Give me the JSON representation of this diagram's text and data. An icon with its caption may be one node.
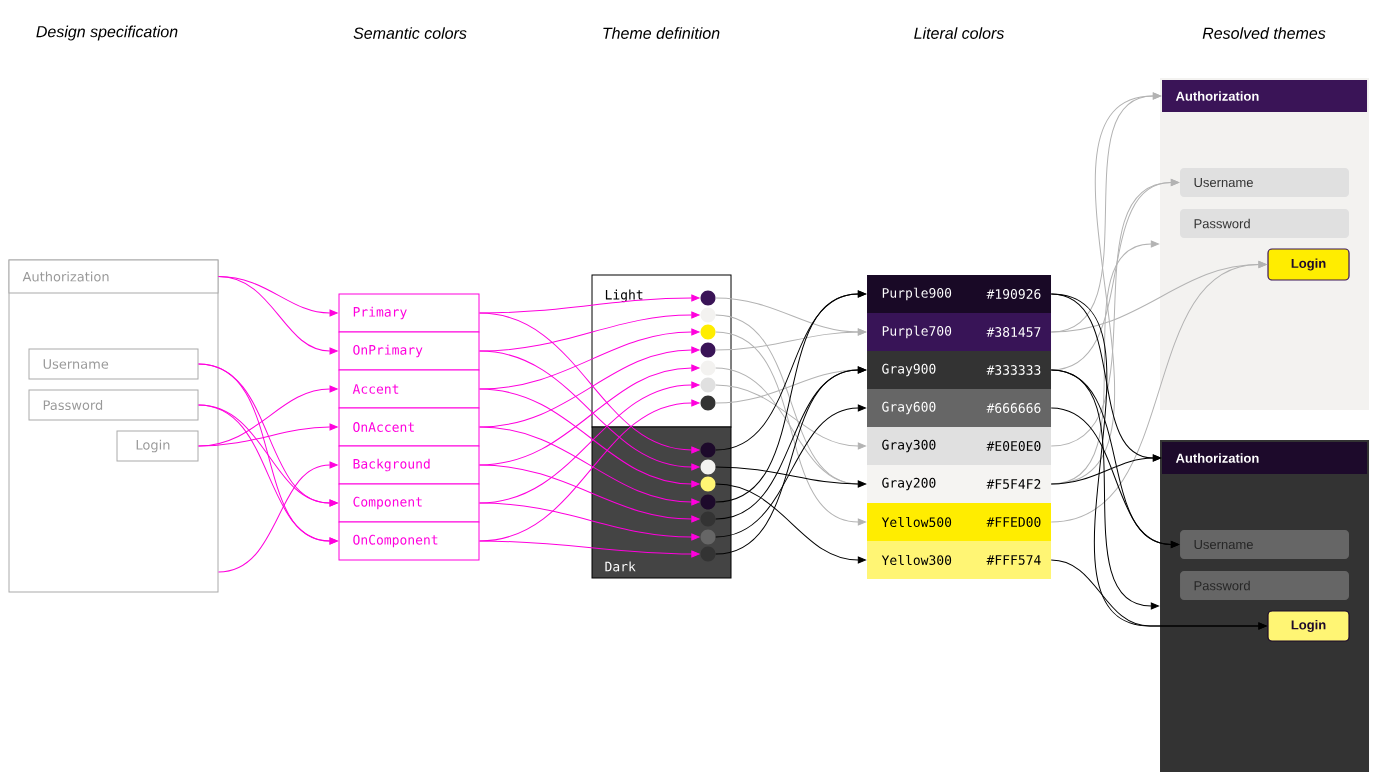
{
  "diagram": {
    "nodes": [
      {
        "text": [],
        "shape": "box"
      },
      {
        "text": [
          "Authorization"
        ],
        "in": 0
      },
      {
        "text": [
          "Username"
        ],
        "in": 0
      },
      {
        "text": [
          "Password"
        ],
        "in": 0
      },
      {
        "text": [
          "Login"
        ],
        "in": 0
      },
      {
        "text": [
          "Primary"
        ]
      },
      {
        "text": [
          "OnPrimary"
        ]
      },
      {
        "text": [
          "Accent"
        ]
      },
      {
        "text": [
          "OnAccent"
        ]
      },
      {
        "text": [
          "Background"
        ]
      },
      {
        "text": [
          "Component"
        ]
      },
      {
        "text": [
          "OnComponent"
        ]
      },
      {
        "text": [
          "Light"
        ]
      },
      {
        "text": [],
        "shape": "circle",
        "in": 12
      },
      {
        "text": [],
        "shape": "circle",
        "in": 12
      },
      {
        "text": [],
        "shape": "circle",
        "in": 12
      },
      {
        "text": [],
        "shape": "circle",
        "in": 12
      },
      {
        "text": [],
        "shape": "circle",
        "in": 12
      },
      {
        "text": [],
        "shape": "circle",
        "in": 12
      },
      {
        "text": [],
        "shape": "circle",
        "in": 12
      },
      {
        "text": [
          "Dark"
        ]
      },
      {
        "text": [],
        "shape": "circle",
        "in": 20
      },
      {
        "text": [],
        "shape": "circle",
        "in": 20
      },
      {
        "text": [],
        "shape": "circle",
        "in": 20
      },
      {
        "text": [],
        "shape": "circle",
        "in": 20
      },
      {
        "text": [],
        "shape": "circle",
        "in": 20
      },
      {
        "text": [],
        "shape": "circle",
        "in": 20
      },
      {
        "text": [],
        "shape": "circle",
        "in": 20
      },
      {
        "text": [
          "Purple900",
          "#190926"
        ]
      },
      {
        "text": [
          "Purple700",
          "#381457"
        ]
      },
      {
        "text": [
          "Gray900",
          "#333333"
        ]
      },
      {
        "text": [
          "Gray600",
          "#666666"
        ]
      },
      {
        "text": [
          "Gray300",
          "#E0E0E0"
        ]
      },
      {
        "text": [
          "Gray200",
          "#F5F4F2"
        ]
      },
      {
        "text": [
          "Yellow500",
          "#FFED00"
        ]
      },
      {
        "text": [
          "Yellow300",
          "#FFF574"
        ]
      },
      {
        "text": [],
        "shape": "box"
      },
      {
        "text": [
          "Authorization"
        ],
        "in": 36
      },
      {
        "text": [
          "Username"
        ],
        "in": 36
      },
      {
        "text": [
          "Password"
        ],
        "in": 36
      },
      {
        "text": [
          "Login"
        ],
        "in": 36
      },
      {
        "text": [],
        "shape": "box"
      },
      {
        "text": [
          "Authorization"
        ],
        "in": 41
      },
      {
        "text": [
          "Username"
        ],
        "in": 41
      },
      {
        "text": [
          "Password"
        ],
        "in": 41
      },
      {
        "text": [
          "Login"
        ],
        "in": 41
      }
    ],
    "edges": [
      {
        "from": 1,
        "to": 5,
        "arrow": "to"
      },
      {
        "from": 1,
        "to": 6,
        "arrow": "to"
      },
      {
        "from": 2,
        "to": 10,
        "arrow": "to"
      },
      {
        "from": 2,
        "to": 11,
        "arrow": "to"
      },
      {
        "from": 3,
        "to": 10,
        "arrow": "to"
      },
      {
        "from": 3,
        "to": 11,
        "arrow": "to"
      },
      {
        "from": 4,
        "to": 7,
        "arrow": "to"
      },
      {
        "from": 4,
        "to": 8,
        "arrow": "to"
      },
      {
        "from": 0,
        "to": 9,
        "arrow": "to"
      },
      {
        "from": 5,
        "to": 13,
        "arrow": "to"
      },
      {
        "from": 6,
        "to": 14,
        "arrow": "to"
      },
      {
        "from": 7,
        "to": 15,
        "arrow": "to"
      },
      {
        "from": 8,
        "to": 16,
        "arrow": "to"
      },
      {
        "from": 9,
        "to": 17,
        "arrow": "to"
      },
      {
        "from": 10,
        "to": 18,
        "arrow": "to"
      },
      {
        "from": 11,
        "to": 19,
        "arrow": "to"
      },
      {
        "from": 5,
        "to": 21,
        "arrow": "to"
      },
      {
        "from": 6,
        "to": 22,
        "arrow": "to"
      },
      {
        "from": 7,
        "to": 23,
        "arrow": "to"
      },
      {
        "from": 8,
        "to": 24,
        "arrow": "to"
      },
      {
        "from": 9,
        "to": 25,
        "arrow": "to"
      },
      {
        "from": 10,
        "to": 26,
        "arrow": "to"
      },
      {
        "from": 11,
        "to": 27,
        "arrow": "to"
      },
      {
        "from": 13,
        "to": 29,
        "arrow": "to",
        "color": "#b3b3b3"
      },
      {
        "from": 14,
        "to": 33,
        "arrow": "to",
        "color": "#b3b3b3"
      },
      {
        "from": 15,
        "to": 34,
        "arrow": "to",
        "color": "#b3b3b3"
      },
      {
        "from": 16,
        "to": 29,
        "arrow": "to",
        "color": "#b3b3b3"
      },
      {
        "from": 17,
        "to": 33,
        "arrow": "to",
        "color": "#b3b3b3"
      },
      {
        "from": 18,
        "to": 32,
        "arrow": "to",
        "color": "#b3b3b3"
      },
      {
        "from": 19,
        "to": 30,
        "arrow": "to",
        "color": "#b3b3b3"
      },
      {
        "from": 21,
        "to": 28,
        "arrow": "to",
        "color": "#000000"
      },
      {
        "from": 22,
        "to": 33,
        "arrow": "to",
        "color": "#000000"
      },
      {
        "from": 23,
        "to": 35,
        "arrow": "to",
        "color": "#000000"
      },
      {
        "from": 24,
        "to": 28,
        "arrow": "to",
        "color": "#000000"
      },
      {
        "from": 25,
        "to": 30,
        "arrow": "to",
        "color": "#000000"
      },
      {
        "from": 26,
        "to": 31,
        "arrow": "to",
        "color": "#000000"
      },
      {
        "from": 27,
        "to": 30,
        "arrow": "to",
        "color": "#000000"
      },
      {
        "from": 29,
        "to": 37,
        "arrow": "to",
        "color": "#b3b3b3"
      },
      {
        "from": 29,
        "to": 40,
        "arrow": "to",
        "color": "#b3b3b3"
      },
      {
        "from": 30,
        "to": 38,
        "arrow": "to",
        "color": "#b3b3b3"
      },
      {
        "from": 32,
        "to": 38,
        "arrow": "to",
        "color": "#b3b3b3"
      },
      {
        "from": 33,
        "to": 36,
        "arrow": "to",
        "color": "#b3b3b3"
      },
      {
        "from": 33,
        "to": 37,
        "arrow": "to",
        "color": "#b3b3b3"
      },
      {
        "from": 34,
        "to": 40,
        "arrow": "to",
        "color": "#b3b3b3"
      },
      {
        "from": 28,
        "to": 42,
        "arrow": "to",
        "color": "#000000"
      },
      {
        "from": 28,
        "to": 45,
        "arrow": "to",
        "color": "#000000"
      },
      {
        "from": 30,
        "to": 41,
        "arrow": "to",
        "color": "#000000"
      },
      {
        "from": 30,
        "to": 43,
        "arrow": "to",
        "color": "#000000"
      },
      {
        "from": 31,
        "to": 43,
        "arrow": "to",
        "color": "#000000"
      },
      {
        "from": 33,
        "to": 42,
        "arrow": "to",
        "color": "#000000"
      },
      {
        "from": 35,
        "to": 45,
        "arrow": "to",
        "color": "#000000"
      }
    ],
    "labels": [
      "Design specification",
      "Semantic colors",
      "Theme definition",
      "Literal colors",
      "Resolved themes"
    ]
  }
}
